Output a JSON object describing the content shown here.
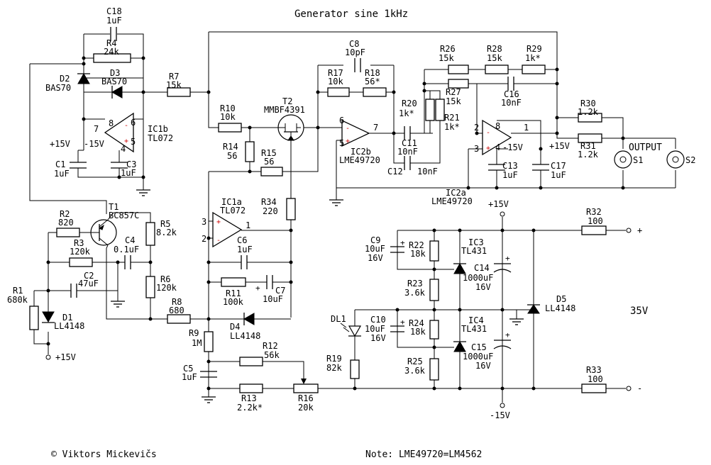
{
  "title": "Generator sine 1kHz",
  "copyright": "© Viktors Mickevičs",
  "note": "Note: LME49720=LM4562",
  "supply_voltage": "35V",
  "output_label": "OUTPUT",
  "components": {
    "C18": {
      "ref": "C18",
      "value": "1uF"
    },
    "R4": {
      "ref": "R4",
      "value": "24k"
    },
    "D2": {
      "ref": "D2",
      "value": "BAS70"
    },
    "D3": {
      "ref": "D3",
      "value": "BAS70"
    },
    "R7": {
      "ref": "R7",
      "value": "15k"
    },
    "IC1b": {
      "ref": "IC1b",
      "value": "TL072"
    },
    "C1": {
      "ref": "C1",
      "value": "1uF"
    },
    "C3": {
      "ref": "C3",
      "value": "1uF"
    },
    "T1": {
      "ref": "T1",
      "value": "BC857C"
    },
    "R2": {
      "ref": "R2",
      "value": "820"
    },
    "R3": {
      "ref": "R3",
      "value": "120k"
    },
    "C4": {
      "ref": "C4",
      "value": "0.1uF"
    },
    "R5": {
      "ref": "R5",
      "value": "8.2k"
    },
    "C2": {
      "ref": "C2",
      "value": "47uF"
    },
    "R6": {
      "ref": "R6",
      "value": "120k"
    },
    "R1": {
      "ref": "R1",
      "value": "680k"
    },
    "D1": {
      "ref": "D1",
      "value": "LL4148"
    },
    "R8": {
      "ref": "R8",
      "value": "680"
    },
    "R10": {
      "ref": "R10",
      "value": "10k"
    },
    "T2": {
      "ref": "T2",
      "value": "MMBF4391"
    },
    "R14": {
      "ref": "R14",
      "value": "56"
    },
    "R15": {
      "ref": "R15",
      "value": "56"
    },
    "R34": {
      "ref": "R34",
      "value": "220"
    },
    "IC1a": {
      "ref": "IC1a",
      "value": "TL072"
    },
    "C6": {
      "ref": "C6",
      "value": "1uF"
    },
    "R11": {
      "ref": "R11",
      "value": "100k"
    },
    "C7": {
      "ref": "C7",
      "value": "10uF"
    },
    "D4": {
      "ref": "D4",
      "value": "LL4148"
    },
    "R9": {
      "ref": "R9",
      "value": "1M"
    },
    "C5": {
      "ref": "C5",
      "value": "1uF"
    },
    "R12": {
      "ref": "R12",
      "value": "56k"
    },
    "R13": {
      "ref": "R13",
      "value": "2.2k*"
    },
    "R16": {
      "ref": "R16",
      "value": "20k"
    },
    "C8": {
      "ref": "C8",
      "value": "10pF"
    },
    "R17": {
      "ref": "R17",
      "value": "10k"
    },
    "R18": {
      "ref": "R18",
      "value": "56*"
    },
    "IC2b": {
      "ref": "IC2b",
      "value": "LME49720"
    },
    "R20": {
      "ref": "R20",
      "value": "1k*"
    },
    "R21": {
      "ref": "R21",
      "value": "1k*"
    },
    "C11": {
      "ref": "C11",
      "value": "10nF"
    },
    "C12": {
      "ref": "C12",
      "value": "10nF"
    },
    "R26": {
      "ref": "R26",
      "value": "15k"
    },
    "R28": {
      "ref": "R28",
      "value": "15k"
    },
    "R29": {
      "ref": "R29",
      "value": "1k*"
    },
    "R27": {
      "ref": "R27",
      "value": "15k"
    },
    "C16": {
      "ref": "C16",
      "value": "10nF"
    },
    "IC2a": {
      "ref": "IC2a",
      "value": "LME49720"
    },
    "C13": {
      "ref": "C13",
      "value": "1uF"
    },
    "C17": {
      "ref": "C17",
      "value": "1uF"
    },
    "R30": {
      "ref": "R30",
      "value": "1.2k"
    },
    "R31": {
      "ref": "R31",
      "value": "1.2k"
    },
    "C9": {
      "ref": "C9",
      "value": "10uF",
      "voltage": "16V"
    },
    "R22": {
      "ref": "R22",
      "value": "18k"
    },
    "IC3": {
      "ref": "IC3",
      "value": "TL431"
    },
    "C14": {
      "ref": "C14",
      "value": "1000uF",
      "voltage": "16V"
    },
    "R23": {
      "ref": "R23",
      "value": "3.6k"
    },
    "DL1": {
      "ref": "DL1"
    },
    "C10": {
      "ref": "C10",
      "value": "10uF",
      "voltage": "16V"
    },
    "R24": {
      "ref": "R24",
      "value": "18k"
    },
    "IC4": {
      "ref": "IC4",
      "value": "TL431"
    },
    "C15": {
      "ref": "C15",
      "value": "1000uF",
      "voltage": "16V"
    },
    "R19": {
      "ref": "R19",
      "value": "82k"
    },
    "R25": {
      "ref": "R25",
      "value": "3.6k"
    },
    "R32": {
      "ref": "R32",
      "value": "100"
    },
    "R33": {
      "ref": "R33",
      "value": "100"
    },
    "D5": {
      "ref": "D5",
      "value": "LL4148"
    },
    "S1": {
      "ref": "S1"
    },
    "S2": {
      "ref": "S2"
    }
  },
  "rails": {
    "plus15": "+15V",
    "minus15": "-15V",
    "plus": "+",
    "minus": "-"
  },
  "pins": {
    "ic1b_8": "8",
    "ic1b_6": "6",
    "ic1b_7": "7",
    "ic1b_5": "5",
    "ic1b_4": "4",
    "ic1a_3": "3",
    "ic1a_2": "2",
    "ic1a_1": "1",
    "ic2b_6": "6",
    "ic2b_5": "5",
    "ic2b_7": "7",
    "ic2a_2": "2",
    "ic2a_3": "3",
    "ic2a_8": "8",
    "ic2a_4": "4",
    "ic2a_1": "1"
  }
}
